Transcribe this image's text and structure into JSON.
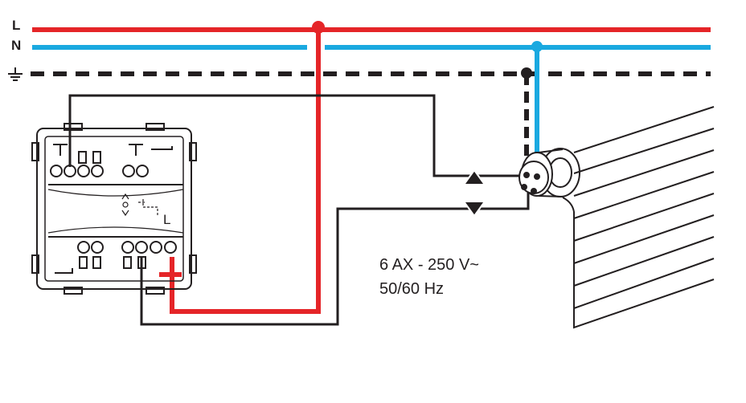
{
  "wires": {
    "line": {
      "label": "L",
      "color": "#e52528"
    },
    "neutral": {
      "label": "N",
      "color": "#1aa9e0"
    },
    "earth": {
      "label": "earth-symbol",
      "color": "#231f20"
    }
  },
  "switch": {
    "terminal_label": "L"
  },
  "motor": {
    "up_arrow": "up-arrow-icon",
    "down_arrow": "down-arrow-icon"
  },
  "rating": {
    "line1": "6 AX - 250 V~",
    "line2": "50/60 Hz"
  },
  "colors": {
    "ink": "#231f20",
    "background": "#ffffff"
  }
}
